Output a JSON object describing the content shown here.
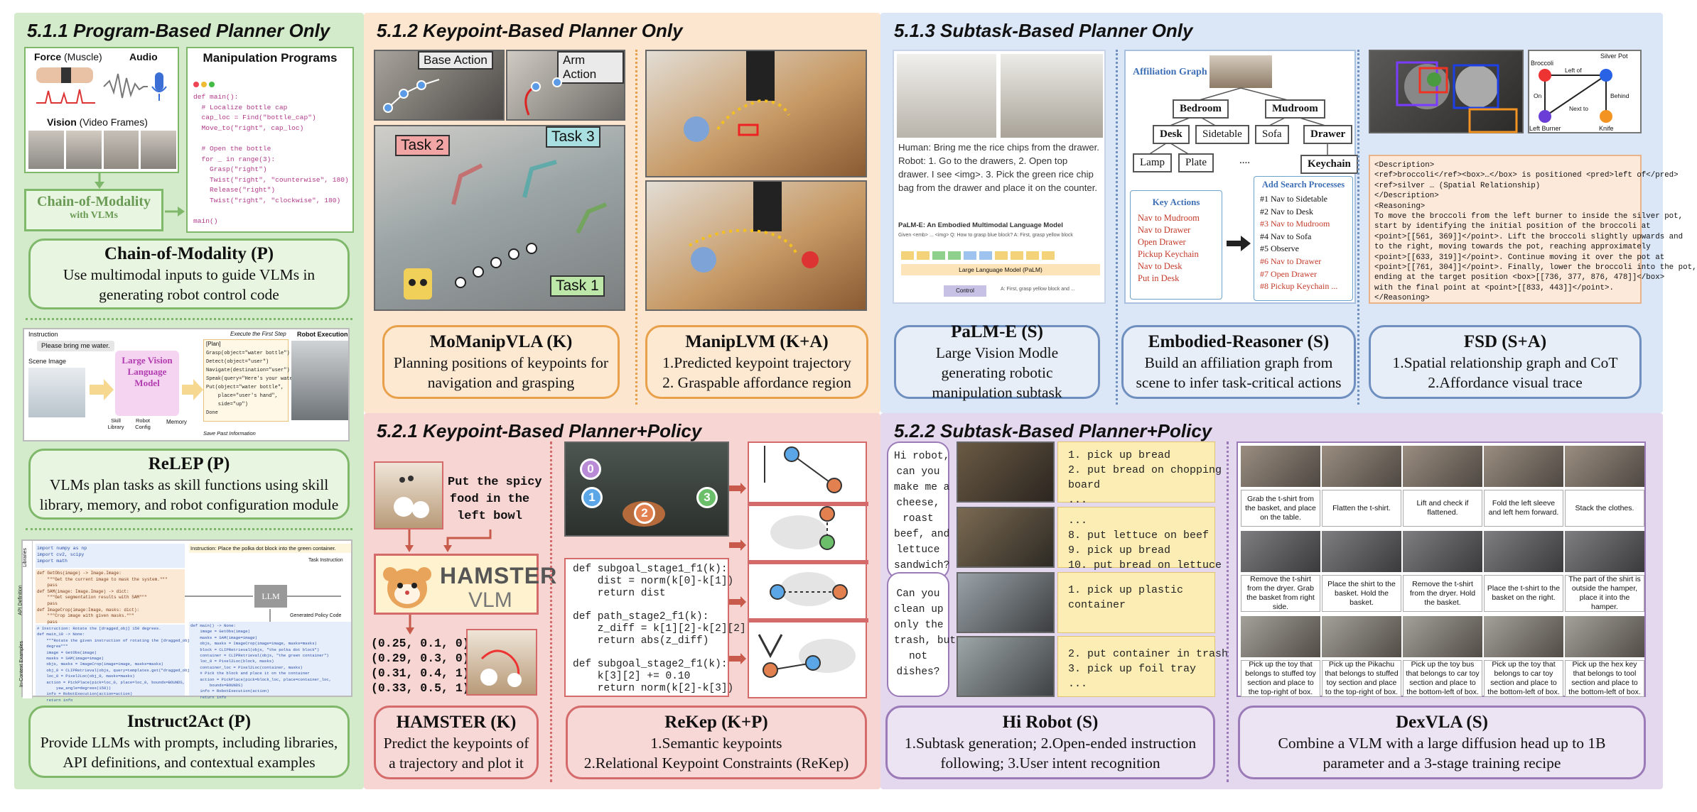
{
  "s511": {
    "title": "5.1.1 Program-Based Planner Only",
    "force_lbl": "Force",
    "force_sub": "(Muscle)",
    "audio_lbl": "Audio",
    "vision_lbl": "Vision",
    "vision_sub": "(Video Frames)",
    "manip_title": "Manipulation Programs",
    "code": "def main():\n  # Localize bottle cap\n  cap_loc = Find(\"bottle_cap\")\n  Move_to(\"right\", cap_loc)\n\n  # Open the bottle\n  for _ in range(3):\n    Grasp(\"right\")\n    Twist(\"right\", \"counterwise\", 180)\n    Release(\"right\")\n    Twist(\"right\", \"clockwise\", 180)\n\nmain()",
    "com_box": "Chain-of-Modality",
    "com_sub": "with VLMs",
    "card1_name": "Chain-of-Modality (P)",
    "card1_desc": "Use multimodal inputs to guide VLMs in generating robot control code",
    "relep_instruction": "Instruction",
    "relep_bubble": "Please bring me water.",
    "relep_scene": "Scene Image",
    "relep_lvlm": "Large Vision Language Model",
    "relep_plan_hdr": "[Plan]",
    "relep_execute": "Execute the First Step",
    "relep_plan": "Grasp(object=\"water bottle\")\nDetect(object=\"user\")\nNavigate(destination=\"user\")\nSpeak(query=\"Here's your water.\")\nPut(object=\"water bottle\",\n    place=\"user's hand\",\n    side=\"up\")\nDone",
    "relep_exec": "Robot Execution",
    "relep_skill": "Skill Library",
    "relep_config": "Robot Config",
    "relep_memory": "Memory",
    "relep_save": "Save Past Information",
    "card2_name": "ReLEP (P)",
    "card2_desc": "VLMs plan tasks as skill functions using skill library, memory, and robot configuration module",
    "i2a_instr": "Instruction: Place the polka dot block into the green container.",
    "i2a_task": "Task Instruction",
    "i2a_llm": "LLM",
    "i2a_gen": "Generated Policy Code",
    "i2a_side": [
      "Libraries",
      "API Definition",
      "In-Context Examples"
    ],
    "i2a_code1": "import numpy as np\nimport cv2, scipy\nimport math",
    "i2a_code2": "def GetObs(image) -> Image.Image:\n    \"\"\"Get the current image to mask the system.\"\"\"\n    pass\ndef SAM(image: Image.Image) -> dict:\n    \"\"\"Get segmentation results with SAM\"\"\"\n    pass\ndef ImageCrop(image:Image, masks: dict):\n    \"\"\"Crop image with given masks.\"\"\"\n    pass",
    "i2a_code3": "# Instruction: Rotate the [dragged_obj] 150 degrees.\ndef main_10 -> None:\n    \"\"\"Rotate the given instruction of rotating the [dragged_obj]\n    degree\"\"\"\n    image = GetObs(image)\n    masks = SAM(image=image)\n    objs, masks = ImageCrop(image=image, masks=masks)\n    obj_0 = CLIPRetrieval(objs, query=templates.get(\"dragged_obj\"))\n    loc_0 = Pixel2Loc(obj_0, masks=masks)\n    action = PickPlace(pick=loc_0, place=loc_0, bounds=BOUNDS,\n        yaw_angle=degrees(150))\n    info = RobotExecution(action=action)\n    return info",
    "i2a_code4": "def main() -> None:\n    image = GetObs(image)\n    masks = SAM(image=image)\n    objs, masks = ImageCrop(image=image, masks=masks)\n    block = CLIPRetrieval(objs, \"the polka dot block\")\n    container = CLIPRetrieval(objs, \"the green container\")\n    loc_0 = Pixel2Loc(block, masks)\n    container_loc = Pixel2Loc(container, masks)\n    # Pick the block and place it on the container\n    action = PickPlace(pick=block_loc, place=container_loc,\n        bounds=BOUNDS)\n    info = RobotExecution(action)\n    return info",
    "card3_name": "Instruct2Act (P)",
    "card3_desc": "Provide LLMs with prompts, including libraries, API definitions, and contextual examples"
  },
  "s512": {
    "title": "5.1.2 Keypoint-Based Planner Only",
    "base_action": "Base Action",
    "arm_action": "Arm Action",
    "task2": "Task 2",
    "task3": "Task 3",
    "task1": "Task 1",
    "card1_name": "MoManipVLA (K)",
    "card1_desc": "Planning positions of keypoints for navigation and grasping",
    "card2_name": "ManipLVM (K+A)",
    "card2_desc": "1.Predicted keypoint trajectory\n2. Graspable affordance region"
  },
  "s513": {
    "title": "5.1.3 Subtask-Based Planner Only",
    "palme_text": "Human: Bring me the rice chips from the drawer.  Robot: 1. Go to the drawers, 2. Open top drawer. I see <img>. 3. Pick the green rice chip bag from the drawer and place it on the counter.",
    "palme_caption": "PaLM-E: An Embodied Multimodal Language Model",
    "palme_given": "Given <emb> ... <img> Q: How to grasp blue block? A: First, grasp yellow block",
    "palme_llm": "Large Language Model (PaLM)",
    "palme_control": "Control",
    "palme_out": "A: First, grasp yellow block and ...",
    "card1_name": "PaLM-E (S)",
    "card1_desc": "Large Vision Modle generating robotic manipulation subtask",
    "aff_title": "Affiliation Graph",
    "nodes": {
      "bedroom": "Bedroom",
      "mudroom": "Mudroom",
      "desk": "Desk",
      "sidetable": "Sidetable",
      "sofa": "Sofa",
      "drawer": "Drawer",
      "lamp": "Lamp",
      "plate": "Plate",
      "dots": "....",
      "keychain": "Keychain"
    },
    "key_actions_title": "Key Actions",
    "key_actions": [
      "Nav to Mudroom",
      "Nav to Drawer",
      "Open Drawer",
      "Pickup Keychain",
      "Nav to Desk",
      "Put in Desk"
    ],
    "search_title": "Add Search Processes",
    "search": [
      "#1 Nav to Sidetable",
      "#2 Nav to Desk",
      "#3 Nav to Mudroom",
      "#4 Nav to Sofa",
      "#5 Observe",
      "#6 Nav to Drawer",
      "#7 Open Drawer",
      "#8 Pickup Keychain ..."
    ],
    "card2_name": "Embodied-Reasoner (S)",
    "card2_desc": "Build an affiliation graph from scene to infer task-critical actions",
    "fsd_graph": {
      "broccoli": "Broccoli",
      "silver_pot": "Silver Pot",
      "left_of": "Left of",
      "on": "On",
      "behind": "Behind",
      "next_to": "Next to",
      "left_burner": "Left Burner",
      "knife": "Knife"
    },
    "fsd_text": [
      {
        "t": "<Description>",
        "c": "#111"
      },
      {
        "t": "<ref>broccoli</ref><box>…</box> is positioned <pred>left of</pred>",
        "c": "#111"
      },
      {
        "t": "<ref>silver … (Spatial Relationship)",
        "c": "#111"
      },
      {
        "t": "</Description>",
        "c": "#111"
      },
      {
        "t": "<Reasoning>",
        "c": "#111"
      },
      {
        "t": "To move the broccoli from the left burner to inside the silver pot,",
        "c": "#111"
      },
      {
        "t": "start by identifying the initial position of the broccoli at",
        "c": "#111"
      },
      {
        "t": "<point>[[561, 369]]</point>. Lift the broccoli slightly upwards and",
        "c": "#111"
      },
      {
        "t": "to the right, moving towards the pot, reaching approximately",
        "c": "#111"
      },
      {
        "t": "<point>[[633, 319]]</point>. Continue moving it over the pot at",
        "c": "#111"
      },
      {
        "t": "<point>[[761, 304]]</point>. Finally, lower the broccoli into the pot,",
        "c": "#111"
      },
      {
        "t": "ending at the target position <box>[[736, 377, 876, 478]]</box>",
        "c": "#111"
      },
      {
        "t": "with the final point at <point>[[833, 443]]</point>.",
        "c": "#111"
      },
      {
        "t": "</Reasoning>",
        "c": "#111"
      }
    ],
    "card3_name": "FSD (S+A)",
    "card3_desc": "1.Spatial relationship graph and CoT\n2.Affordance visual trace"
  },
  "s521": {
    "title": "5.2.1 Keypoint-Based Planner+Policy",
    "hamster_prompt": "Put the spicy\nfood in the\nleft bowl",
    "hamster_logo": "HAMSTER",
    "hamster_vlm": "VLM",
    "hamster_coords": "(0.25, 0.1, 0)\n(0.29, 0.3, 0)\n(0.31, 0.4, 1)\n(0.33, 0.5, 1)",
    "card1_name": "HAMSTER (K)",
    "card1_desc": "Predict the keypoints of a trajectory and plot it",
    "kp": [
      "0",
      "1",
      "2",
      "3"
    ],
    "rekep_code": "def subgoal_stage1_f1(k):\n    dist = norm(k[0]-k[1])\n    return dist\n\ndef path_stage2_f1(k):\n    z_diff = k[1][2]-k[2][2]\n    return abs(z_diff)\n\ndef subgoal_stage2_f1(k):\n    k[3][2] += 0.10\n    return norm(k[2]-k[3])\n\n...",
    "card2_name": "ReKep (K+P)",
    "card2_desc": "1.Semantic keypoints\n2.Relational Keypoint Constraints (ReKep)"
  },
  "s522": {
    "title": "5.2.2 Subtask-Based Planner+Policy",
    "q1": "Hi robot,\ncan you\nmake me a\ncheese,\nroast\nbeef, and\nlettuce\nsandwich?",
    "q2": "Can you\nclean up\nonly the\ntrash, but\nnot\ndishes?",
    "a1": "1. pick up bread\n2. put bread on chopping\nboard\n...",
    "a2": "...\n8. put lettuce on beef\n9. pick up bread\n10. put bread on lettuce",
    "a3": "1. pick up plastic\ncontainer",
    "a4": "2. put container in trash\n3. pick up foil tray\n...",
    "card1_name": "Hi Robot (S)",
    "card1_desc": "1.Subtask generation; 2.Open-ended instruction following; 3.User intent recognition",
    "dex_row1": [
      "Grab the t-shirt  from the basket, and place on the table.",
      "Flatten the t-shirt.",
      "Lift and check if flattened.",
      "Fold the left sleeve and left hem forward.",
      "Stack the clothes."
    ],
    "dex_row2": [
      "Remove the t-shirt from the dryer. Grab the basket from right side.",
      "Place the shirt to the basket. Hold the basket.",
      "Remove the t-shirt from the dryer. Hold the basket.",
      "Place the t-shirt to the basket on the right.",
      "The part of the shirt is outside the hamper, place it into the hamper."
    ],
    "dex_row3": [
      "Pick up the toy that belongs to stuffed toy section and place to the top-right of box.",
      "Pick up the Pikachu that belongs to stuffed toy section and place to the top-right of box.",
      "Pick up the toy bus that belongs to car toy section and place to the bottom-left of box.",
      "Pick up the toy that belongs to car toy section and place to the bottom-left of box.",
      "Pick up the hex key that belongs to tool section and place to the bottom-left of box."
    ],
    "card2_name": "DexVLA (S)",
    "card2_desc": "Combine a VLM with a large diffusion head up to 1B parameter and a 3-stage training recipe"
  },
  "colors": {
    "green_bg": "#d4ebcb",
    "orange_bg": "#fde6cf",
    "blue_bg": "#dbe6f6",
    "red_bg": "#f6d5d3",
    "purple_bg": "#e3d8ed"
  }
}
